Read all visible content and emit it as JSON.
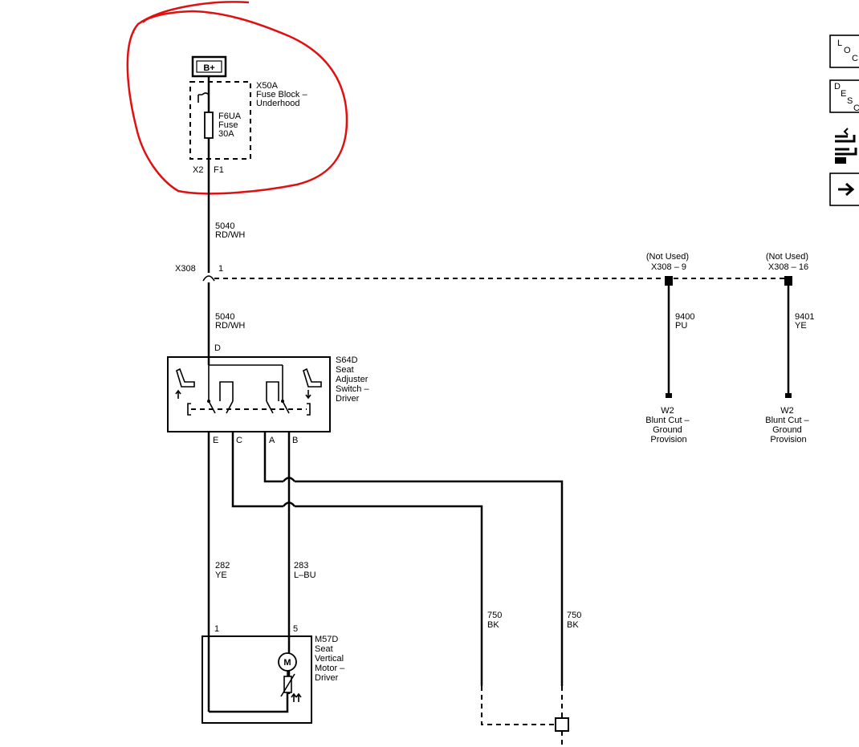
{
  "colors": {
    "ink": "#000000",
    "annotation": "#e01010",
    "background": "#ffffff"
  },
  "power": {
    "label": "B+"
  },
  "fuse_block": {
    "name_lines": [
      "X50A",
      "Fuse Block –",
      "Underhood"
    ],
    "fuse_lines": [
      "F6UA",
      "Fuse",
      "30A"
    ],
    "pin_left": "X2",
    "pin_right": "F1"
  },
  "wire_main_top": {
    "circuit": "5040",
    "color": "RD/WH"
  },
  "connector_x308": {
    "name": "X308",
    "pin": "1"
  },
  "not_used_1": {
    "status": "(Not Used)",
    "ref": "X308 – 9"
  },
  "not_used_2": {
    "status": "(Not Used)",
    "ref": "X308 – 16"
  },
  "wire_9400": {
    "circuit": "9400",
    "color": "PU"
  },
  "wire_9401": {
    "circuit": "9401",
    "color": "YE"
  },
  "ground_w2_1": {
    "lines": [
      "W2",
      "Blunt Cut –",
      "Ground",
      "Provision"
    ]
  },
  "ground_w2_2": {
    "lines": [
      "W2",
      "Blunt Cut –",
      "Ground",
      "Provision"
    ]
  },
  "wire_main_mid": {
    "circuit": "5040",
    "color": "RD/WH"
  },
  "switch_s64d": {
    "pin_top": "D",
    "name_lines": [
      "S64D",
      "Seat",
      "Adjuster",
      "Switch –",
      "Driver"
    ],
    "pin_e": "E",
    "pin_c": "C",
    "pin_a": "A",
    "pin_b": "B"
  },
  "wire_282": {
    "circuit": "282",
    "color": "YE"
  },
  "wire_283": {
    "circuit": "283",
    "color": "L–BU"
  },
  "wire_750_left": {
    "circuit": "750",
    "color": "BK"
  },
  "wire_750_right": {
    "circuit": "750",
    "color": "BK"
  },
  "motor_m57d": {
    "pin_1": "1",
    "pin_5": "5",
    "symbol": "M",
    "name_lines": [
      "M57D",
      "Seat",
      "Vertical",
      "Motor –",
      "Driver"
    ]
  },
  "side_nav": {
    "loc_letters": [
      "L",
      "O",
      "C"
    ],
    "desc_letters": [
      "D",
      "E",
      "S",
      "C"
    ],
    "icons": [
      "connector-tool-icon",
      "arrow-right-icon"
    ]
  }
}
